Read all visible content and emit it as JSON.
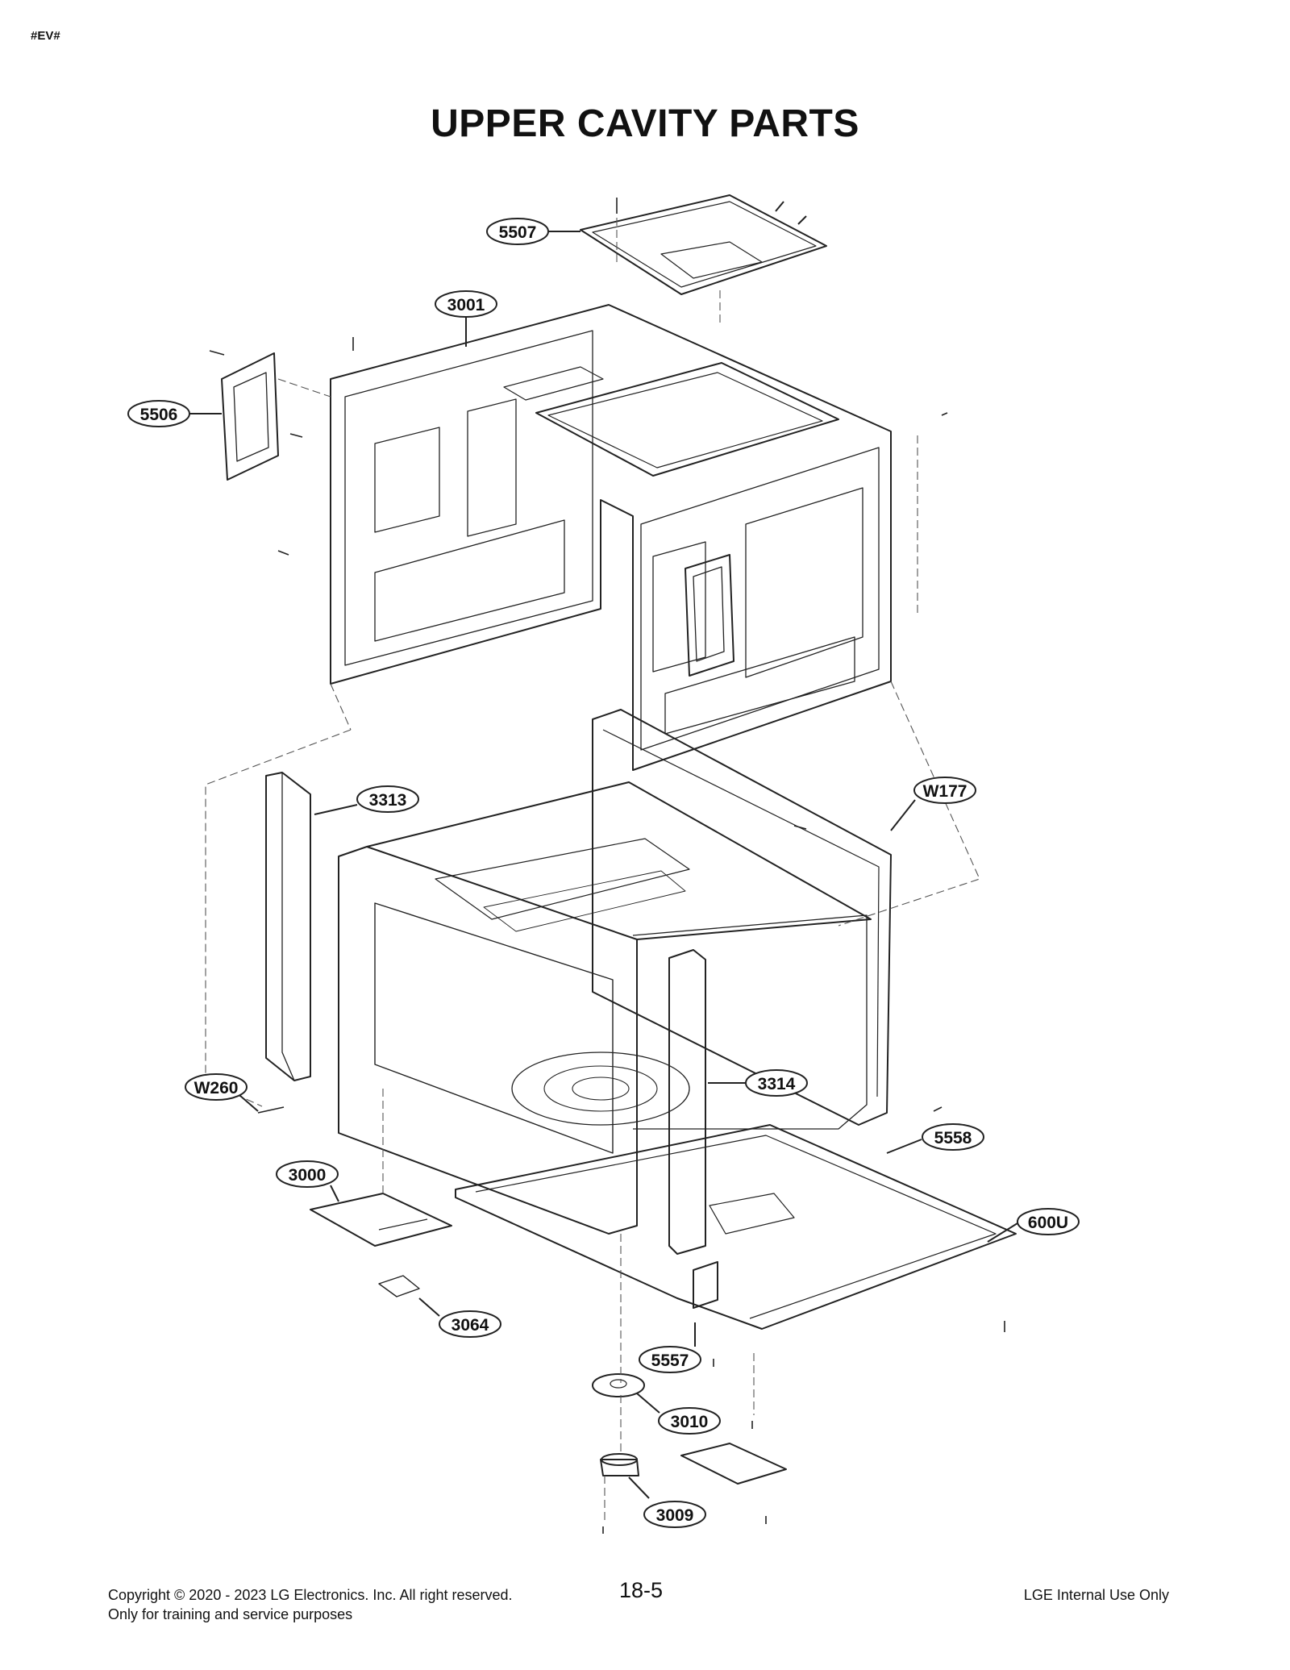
{
  "header": {
    "tag": "#EV#",
    "title": "UPPER CAVITY PARTS"
  },
  "callouts": [
    "5507",
    "3001",
    "5506",
    "3313",
    "W177",
    "W260",
    "3314",
    "5558",
    "3000",
    "600U",
    "3064",
    "5557",
    "3010",
    "3009"
  ],
  "footer": {
    "copyright": "Copyright © 2020 - 2023 LG Electronics. Inc. All right reserved.",
    "purpose": "Only for training and service purposes",
    "page_number": "18-5",
    "internal": "LGE Internal Use Only"
  }
}
